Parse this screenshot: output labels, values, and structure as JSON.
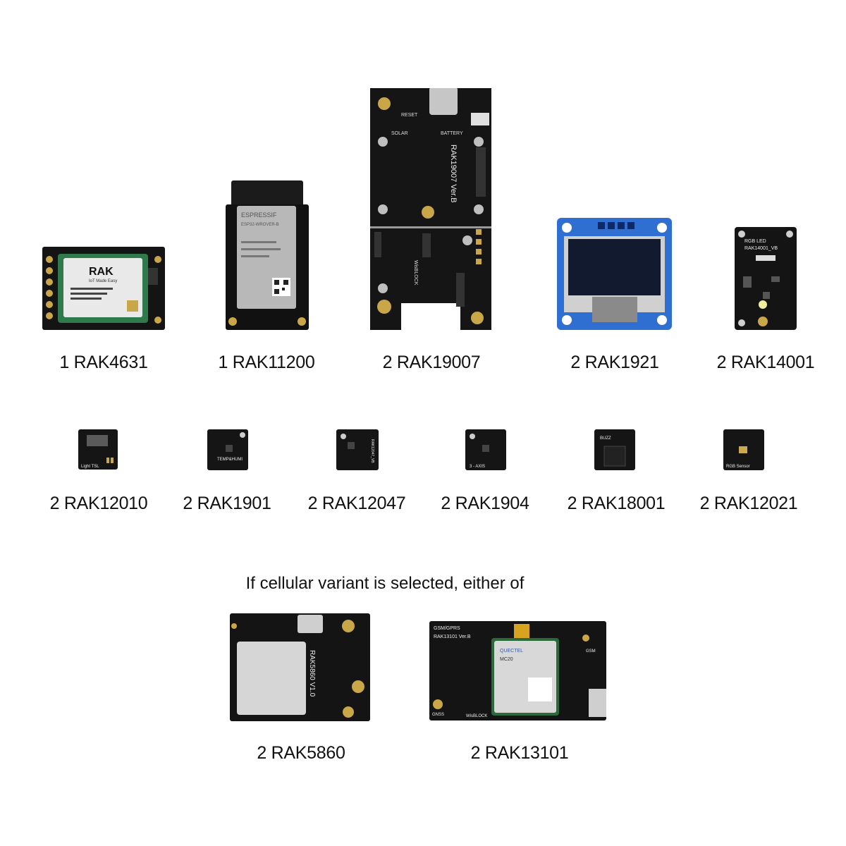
{
  "heading": "If cellular variant is selected, either of",
  "items": [
    {
      "label": "1 RAK4631"
    },
    {
      "label": "1 RAK11200"
    },
    {
      "label": "2 RAK19007"
    },
    {
      "label": "2 RAK1921"
    },
    {
      "label": "2 RAK14001"
    },
    {
      "label": "2 RAK12010"
    },
    {
      "label": "2 RAK1901"
    },
    {
      "label": "2 RAK12047"
    },
    {
      "label": "2 RAK1904"
    },
    {
      "label": "2 RAK18001"
    },
    {
      "label": "2 RAK12021"
    },
    {
      "label": "2 RAK5860"
    },
    {
      "label": "2 RAK13101"
    }
  ],
  "silkscreen": {
    "rak4631_logo": "RAK",
    "rak4631_tag": "IoT Made Easy",
    "rak11200_brand": "ESPRESSIF",
    "rak11200_module": "ESP32-WROVER-B",
    "rak19007_name": "RAK19007 Ver.B",
    "rak19007_reset": "RESET",
    "rak19007_solar": "SOLAR",
    "rak19007_battery": "BATTERY",
    "rak19007_wisblock": "WisBLOCK",
    "rak14001_title": "RGB LED",
    "rak14001_name": "RAK14001_VB",
    "rak12010_label": "Light TSL",
    "rak1901_label": "TEMP&HUMI",
    "rak12047_label": "RAK12047_VB",
    "rak1904_label": "3 - AXIS",
    "rak18001_label": "BUZZ",
    "rak12021_label": "RGB Sensor",
    "rak5860_name": "RAK5860 V1.0",
    "rak13101_title": "GSM/GPRS",
    "rak13101_name": "RAK13101 Ver.B",
    "rak13101_module": "QUECTEL",
    "rak13101_part": "MC20",
    "rak13101_wisblock": "WisBLOCK",
    "rak13101_gnss": "GNSS",
    "rak13101_gsm": "GSM"
  }
}
